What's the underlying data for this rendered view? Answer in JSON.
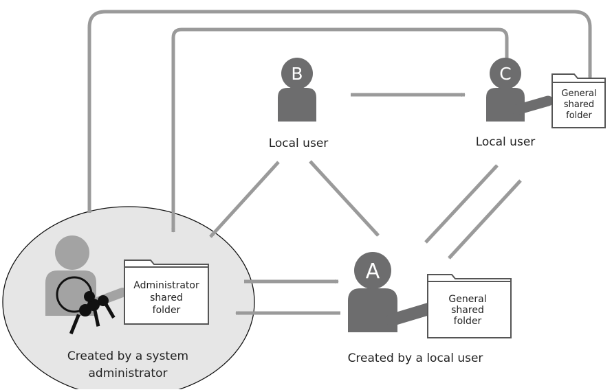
{
  "user_b": {
    "badge": "B",
    "caption": "Local user"
  },
  "user_c": {
    "badge": "C",
    "caption": "Local user",
    "folder": [
      "General",
      "shared",
      "folder"
    ]
  },
  "user_a": {
    "badge": "A",
    "caption": "Created by a local user",
    "folder": [
      "General",
      "shared",
      "folder"
    ]
  },
  "admin": {
    "folder": [
      "Administrator",
      "shared",
      "folder"
    ],
    "caption": [
      "Created by a system",
      "administrator"
    ]
  },
  "colors": {
    "arrow": "#9a9a9a",
    "person": "#6d6d6e",
    "person_light": "#a3a3a3",
    "ellipse_fill": "#e6e6e6",
    "folder_stroke": "#555555",
    "keys": "#111111",
    "badge_text": "#ffffff"
  }
}
